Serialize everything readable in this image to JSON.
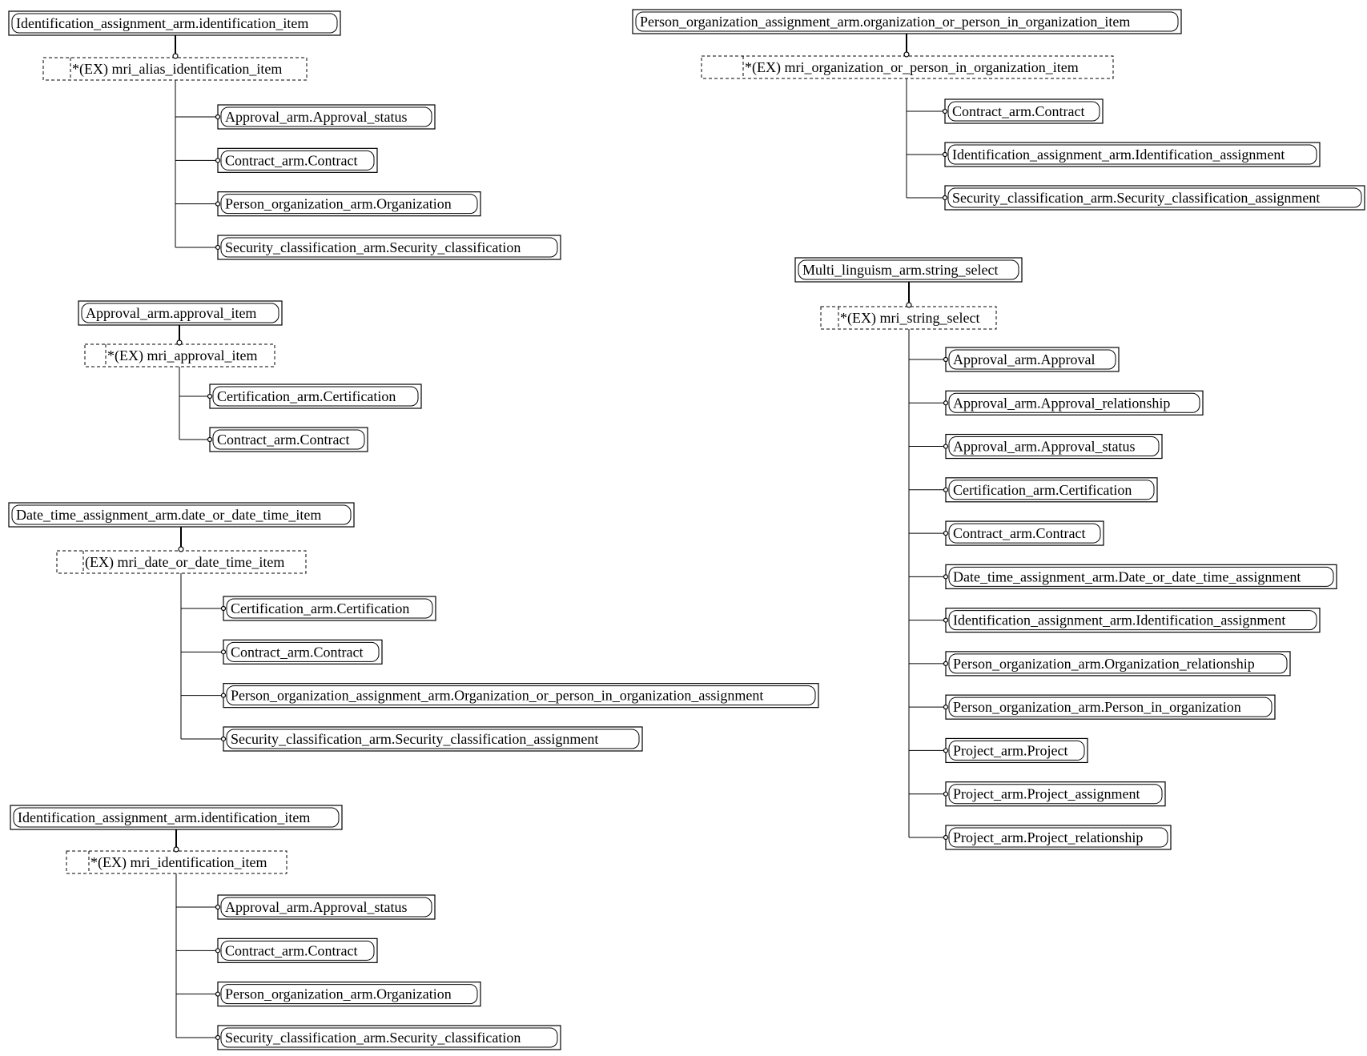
{
  "groups": [
    {
      "root": "Identification_assignment_arm.identification_item",
      "select": "*(EX) mri_alias_identification_item",
      "items": [
        "Approval_arm.Approval_status",
        "Contract_arm.Contract",
        "Person_organization_arm.Organization",
        "Security_classification_arm.Security_classification"
      ]
    },
    {
      "root": "Approval_arm.approval_item",
      "select": "*(EX) mri_approval_item",
      "items": [
        "Certification_arm.Certification",
        "Contract_arm.Contract"
      ]
    },
    {
      "root": "Date_time_assignment_arm.date_or_date_time_item",
      "select": "(EX) mri_date_or_date_time_item",
      "items": [
        "Certification_arm.Certification",
        "Contract_arm.Contract",
        "Person_organization_assignment_arm.Organization_or_person_in_organization_assignment",
        "Security_classification_arm.Security_classification_assignment"
      ]
    },
    {
      "root": "Identification_assignment_arm.identification_item",
      "select": "*(EX) mri_identification_item",
      "items": [
        "Approval_arm.Approval_status",
        "Contract_arm.Contract",
        "Person_organization_arm.Organization",
        "Security_classification_arm.Security_classification"
      ]
    },
    {
      "root": "Person_organization_assignment_arm.organization_or_person_in_organization_item",
      "select": "*(EX) mri_organization_or_person_in_organization_item",
      "items": [
        "Contract_arm.Contract",
        "Identification_assignment_arm.Identification_assignment",
        "Security_classification_arm.Security_classification_assignment"
      ]
    },
    {
      "root": "Multi_linguism_arm.string_select",
      "select": "*(EX) mri_string_select",
      "items": [
        "Approval_arm.Approval",
        "Approval_arm.Approval_relationship",
        "Approval_arm.Approval_status",
        "Certification_arm.Certification",
        "Contract_arm.Contract",
        "Date_time_assignment_arm.Date_or_date_time_assignment",
        "Identification_assignment_arm.Identification_assignment",
        "Person_organization_arm.Organization_relationship",
        "Person_organization_arm.Person_in_organization",
        "Project_arm.Project",
        "Project_arm.Project_assignment",
        "Project_arm.Project_relationship"
      ]
    }
  ]
}
